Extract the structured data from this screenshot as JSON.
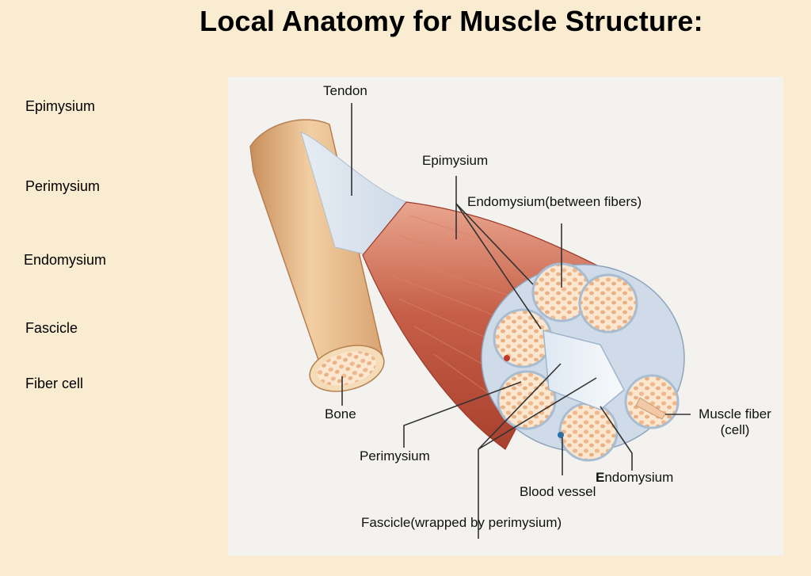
{
  "title": "Local Anatomy for Muscle Structure:",
  "terms": [
    "Epimysium",
    "Perimysium",
    "Endomysium",
    "Fascicle",
    "Fiber cell"
  ],
  "diagram": {
    "labels": {
      "tendon": "Tendon",
      "epimysium": "Epimysium",
      "endomysium_between": "Endomysium(between fibers)",
      "bone": "Bone",
      "muscle_fiber_1": "Muscle fiber",
      "muscle_fiber_2": "(cell)",
      "perimysium": "Perimysium",
      "endomysium_first": "E",
      "endomysium_rest": "ndomysium",
      "blood_vessel": "Blood vessel",
      "fascicle_wrapped": "Fascicle(wrapped by perimysium)"
    }
  }
}
